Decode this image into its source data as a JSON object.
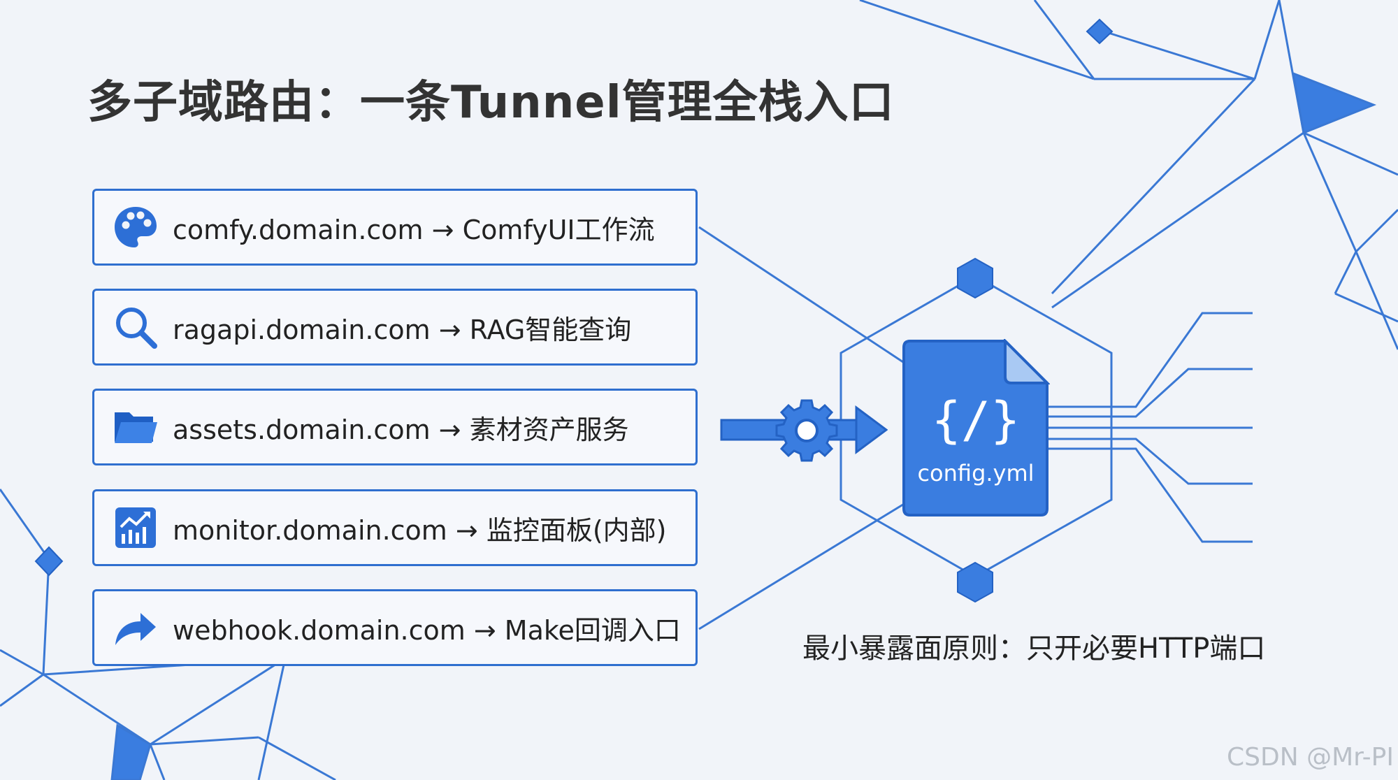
{
  "title": "多子域路由：一条Tunnel管理全栈入口",
  "routes": [
    {
      "label": "comfy.domain.com → ComfyUI工作流",
      "icon": "palette-icon"
    },
    {
      "label": "ragapi.domain.com → RAG智能查询",
      "icon": "search-icon"
    },
    {
      "label": "assets.domain.com → 素材资产服务",
      "icon": "folder-icon"
    },
    {
      "label": "monitor.domain.com → 监控面板(内部)",
      "icon": "chart-icon"
    },
    {
      "label": "webhook.domain.com → Make回调入口",
      "icon": "share-arrow-icon"
    }
  ],
  "config_file": {
    "glyph": "{/}",
    "label": "config.yml",
    "icon": "gear-icon"
  },
  "footer_note": "最小暴露面原则：只开必要HTTP端口",
  "watermark": "CSDN @Mr-PI",
  "colors": {
    "accent": "#3a7de0",
    "accent_dark": "#2462c4",
    "line": "#3a78d4",
    "background": "#f1f4f9"
  }
}
